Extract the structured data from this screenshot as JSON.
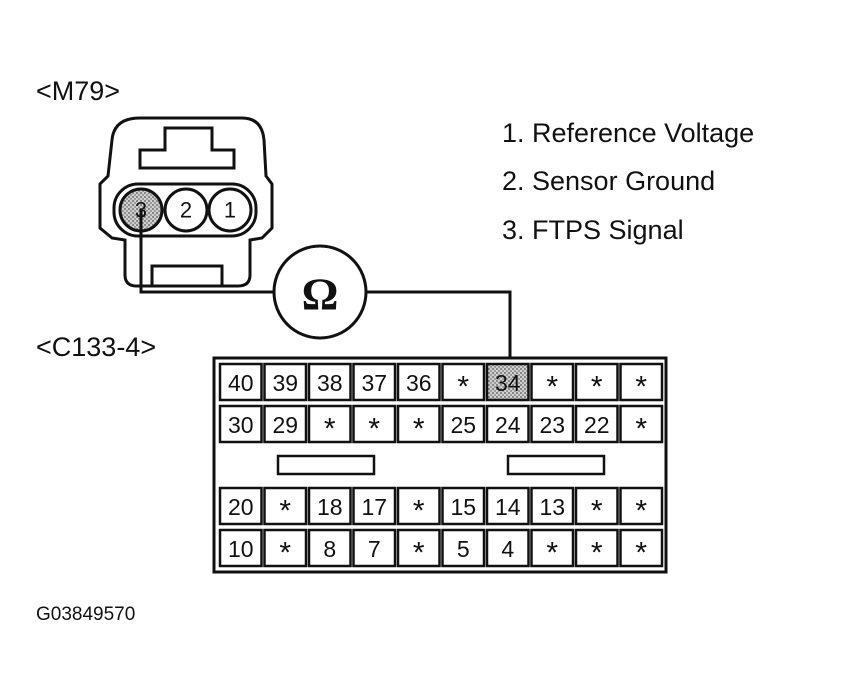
{
  "connector_m79": {
    "label": "<M79>",
    "pins": [
      "3",
      "2",
      "1"
    ],
    "highlighted_pin": "3"
  },
  "legend": [
    "1. Reference Voltage",
    "2. Sensor Ground",
    "3. FTPS Signal"
  ],
  "meter": {
    "symbol": "Ω"
  },
  "connector_c133": {
    "label": "<C133-4>",
    "highlighted_cell": "34",
    "rows": [
      [
        "40",
        "39",
        "38",
        "37",
        "36",
        "*",
        "34",
        "*",
        "*",
        "*"
      ],
      [
        "30",
        "29",
        "*",
        "*",
        "*",
        "25",
        "24",
        "23",
        "22",
        "*"
      ],
      [
        "20",
        "*",
        "18",
        "17",
        "*",
        "15",
        "14",
        "13",
        "*",
        "*"
      ],
      [
        "10",
        "*",
        "8",
        "7",
        "*",
        "5",
        "4",
        "*",
        "*",
        "*"
      ]
    ]
  },
  "figure_code": "G03849570",
  "colors": {
    "ink": "#111111",
    "highlight": "#bdbdbd"
  }
}
